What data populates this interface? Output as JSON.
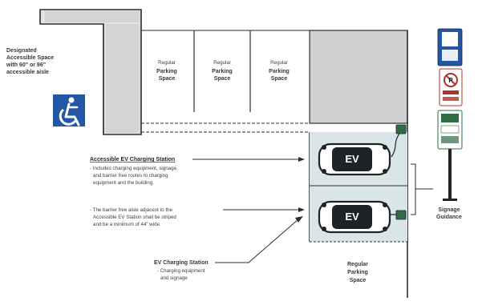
{
  "diagram": {
    "labels": {
      "designated": [
        "Designated",
        "Accessible Space",
        "with 60\" or 96\"",
        "accessible aisle"
      ],
      "parking_spaces": [
        {
          "prefix": "Regular",
          "lines": [
            "Parking",
            "Space"
          ]
        },
        {
          "prefix": "Regular",
          "lines": [
            "Parking",
            "Space"
          ]
        },
        {
          "prefix": "Regular",
          "lines": [
            "Parking",
            "Space"
          ]
        }
      ],
      "regular_bottom": [
        "Regular",
        "Parking",
        "Space"
      ],
      "accessible_ev": {
        "heading": "Accessible EV Charging Station",
        "bullet1": [
          "- Includes charging equipment, signage,",
          "and barrier free routes to charging",
          "equipment and the building."
        ],
        "bullet2": [
          "- The barrier free aisle adjacent to the",
          "Accessible EV Station shall be striped",
          "and be a minimum of 44\" wide."
        ]
      },
      "ev_station": {
        "heading": "EV Charging Station",
        "lines": [
          "- Charging equipment",
          "and signage"
        ]
      },
      "signage": [
        "Signage",
        "Guidance"
      ],
      "ev_car_text": "EV"
    },
    "colors": {
      "outline": "#2a2f33",
      "gray_block": "#cfd0d2",
      "aisle": "#d9e5e7",
      "accessible_blue": "#2456a6",
      "charger_green": "#2f6b44",
      "sign_red": "#b0302c"
    },
    "icons": [
      "accessible-symbol-icon",
      "ev-car-icon",
      "charger-icon",
      "signpost-icon"
    ]
  }
}
